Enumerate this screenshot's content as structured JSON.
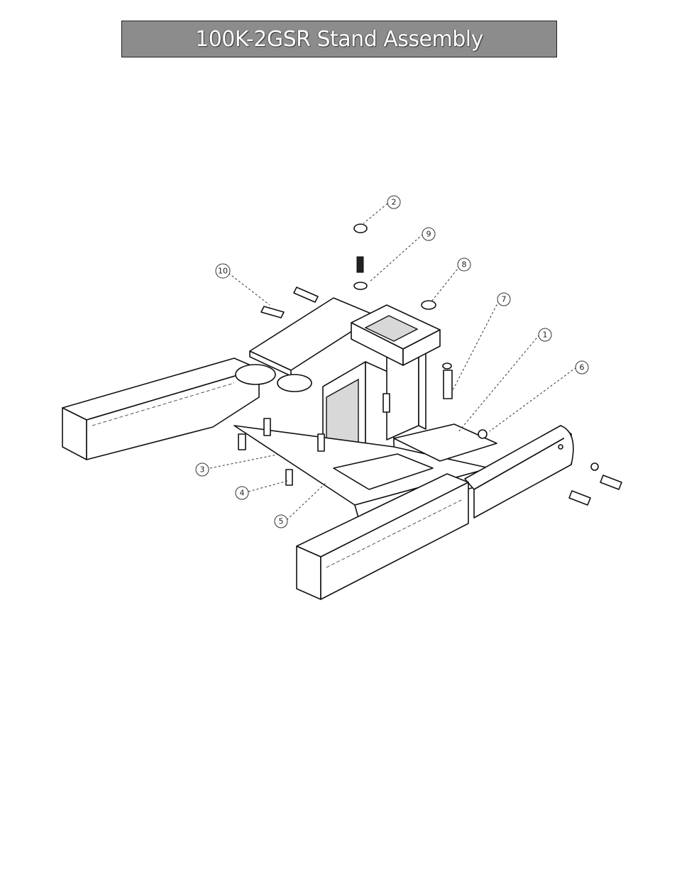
{
  "header": {
    "title": "100K-2GSR Stand Assembly"
  },
  "callouts": [
    {
      "id": "c2a",
      "label": "2"
    },
    {
      "id": "c9",
      "label": "9"
    },
    {
      "id": "c10",
      "label": "10"
    },
    {
      "id": "c8",
      "label": "8"
    },
    {
      "id": "c7",
      "label": "7"
    },
    {
      "id": "c1",
      "label": "1"
    },
    {
      "id": "c6",
      "label": "6"
    },
    {
      "id": "c3",
      "label": "3"
    },
    {
      "id": "c4",
      "label": "4"
    },
    {
      "id": "c5",
      "label": "5"
    }
  ]
}
